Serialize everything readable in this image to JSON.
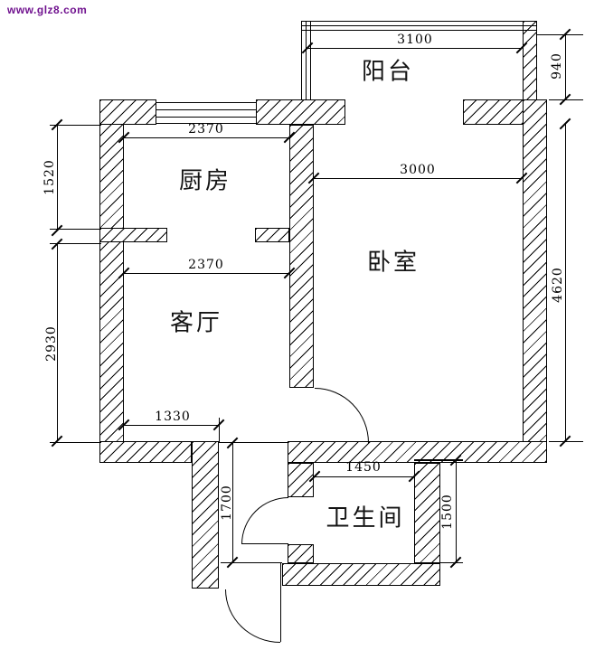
{
  "watermark": {
    "text": "www.glz8.com",
    "color": "#70128F"
  },
  "rooms": {
    "balcony": "阳台",
    "kitchen": "厨房",
    "bedroom": "卧室",
    "living_room": "客厅",
    "bathroom": "卫生间"
  },
  "dimensions": {
    "balcony_width": "3100",
    "balcony_depth": "940",
    "kitchen_width": "2370",
    "kitchen_depth": "1520",
    "bedroom_width": "3000",
    "bedroom_depth": "4620",
    "living_width": "2370",
    "living_depth": "2930",
    "entry_width": "1330",
    "hallway_depth": "1700",
    "bathroom_width": "1450",
    "bathroom_depth": "1500"
  },
  "colors": {
    "line": "#000000",
    "background": "#ffffff",
    "watermark": "#70128F"
  }
}
